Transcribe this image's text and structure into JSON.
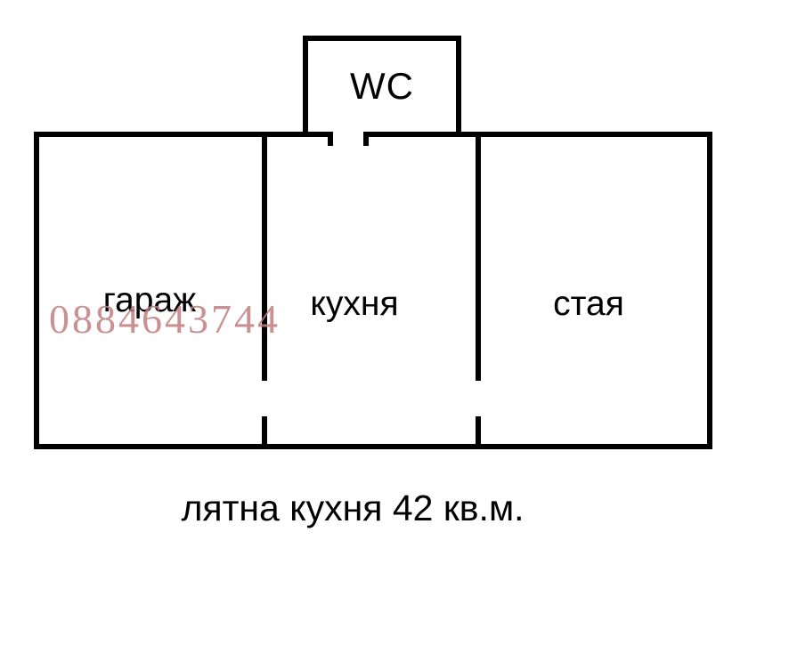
{
  "plan": {
    "wc_label": "WC",
    "rooms": [
      {
        "label": "гараж"
      },
      {
        "label": "кухня"
      },
      {
        "label": "стая"
      }
    ],
    "caption": "лятна кухня 42 кв.м.",
    "watermark": {
      "text": "0884643744",
      "color": "#c27d7d"
    },
    "wall_color": "#000000",
    "background_color": "#ffffff"
  }
}
